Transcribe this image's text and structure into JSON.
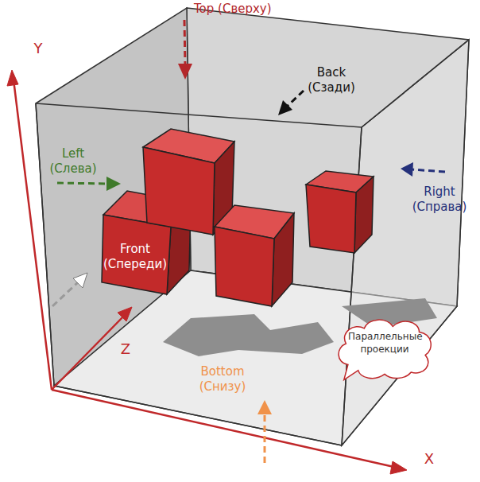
{
  "diagram": {
    "nodes": [
      {
        "text": [
          "Параллельные проекции"
        ]
      }
    ],
    "labels": [
      "Top (Сверху)",
      "Back (Сзади)",
      "Left (Слева)",
      "Right (Справа)",
      "Front (Спереди)",
      "Bottom (Снизу)",
      "Y",
      "Z",
      "X"
    ]
  }
}
